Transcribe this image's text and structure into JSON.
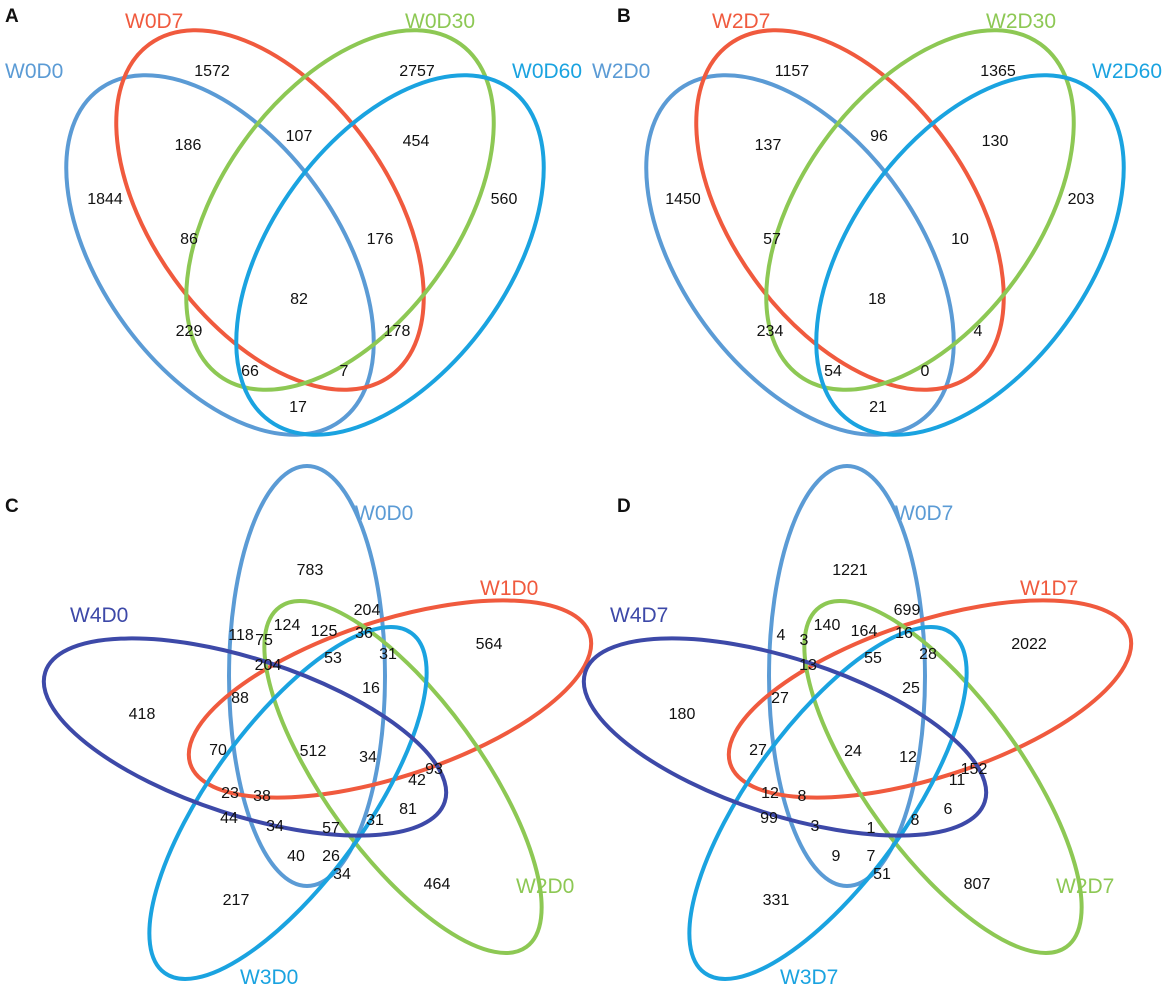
{
  "panels": [
    {
      "letter": "A",
      "sets": [
        {
          "name": "W0D0",
          "color": "#5b9bd5"
        },
        {
          "name": "W0D7",
          "color": "#f05a3e"
        },
        {
          "name": "W0D30",
          "color": "#8dc854"
        },
        {
          "name": "W0D60",
          "color": "#1aa3e0"
        }
      ],
      "counts": [
        "1572",
        "2757",
        "186",
        "107",
        "454",
        "1844",
        "560",
        "86",
        "176",
        "82",
        "229",
        "178",
        "66",
        "7",
        "17"
      ]
    },
    {
      "letter": "B",
      "sets": [
        {
          "name": "W2D0",
          "color": "#5b9bd5"
        },
        {
          "name": "W2D7",
          "color": "#f05a3e"
        },
        {
          "name": "W2D30",
          "color": "#8dc854"
        },
        {
          "name": "W2D60",
          "color": "#1aa3e0"
        }
      ],
      "counts": [
        "1157",
        "1365",
        "137",
        "96",
        "130",
        "1450",
        "203",
        "57",
        "10",
        "18",
        "234",
        "4",
        "54",
        "0",
        "21"
      ]
    },
    {
      "letter": "C",
      "sets": [
        {
          "name": "W0D0",
          "color": "#5b9bd5"
        },
        {
          "name": "W1D0",
          "color": "#f05a3e"
        },
        {
          "name": "W2D0",
          "color": "#8dc854"
        },
        {
          "name": "W3D0",
          "color": "#1aa3e0"
        },
        {
          "name": "W4D0",
          "color": "#3d49a8"
        }
      ],
      "counts": [
        "783",
        "204",
        "124",
        "125",
        "36",
        "118",
        "75",
        "31",
        "564",
        "418",
        "53",
        "204",
        "16",
        "88",
        "512",
        "34",
        "93",
        "70",
        "42",
        "23",
        "38",
        "81",
        "44",
        "34",
        "57",
        "31",
        "40",
        "26",
        "34",
        "217",
        "464"
      ]
    },
    {
      "letter": "D",
      "sets": [
        {
          "name": "W0D7",
          "color": "#5b9bd5"
        },
        {
          "name": "W1D7",
          "color": "#f05a3e"
        },
        {
          "name": "W2D7",
          "color": "#8dc854"
        },
        {
          "name": "W3D7",
          "color": "#1aa3e0"
        },
        {
          "name": "W4D7",
          "color": "#3d49a8"
        }
      ],
      "counts": [
        "1221",
        "699",
        "140",
        "164",
        "16",
        "4",
        "3",
        "28",
        "2022",
        "180",
        "13",
        "55",
        "25",
        "27",
        "24",
        "27",
        "12",
        "152",
        "11",
        "12",
        "8",
        "6",
        "99",
        "3",
        "1",
        "8",
        "9",
        "7",
        "51",
        "331",
        "807"
      ]
    }
  ]
}
